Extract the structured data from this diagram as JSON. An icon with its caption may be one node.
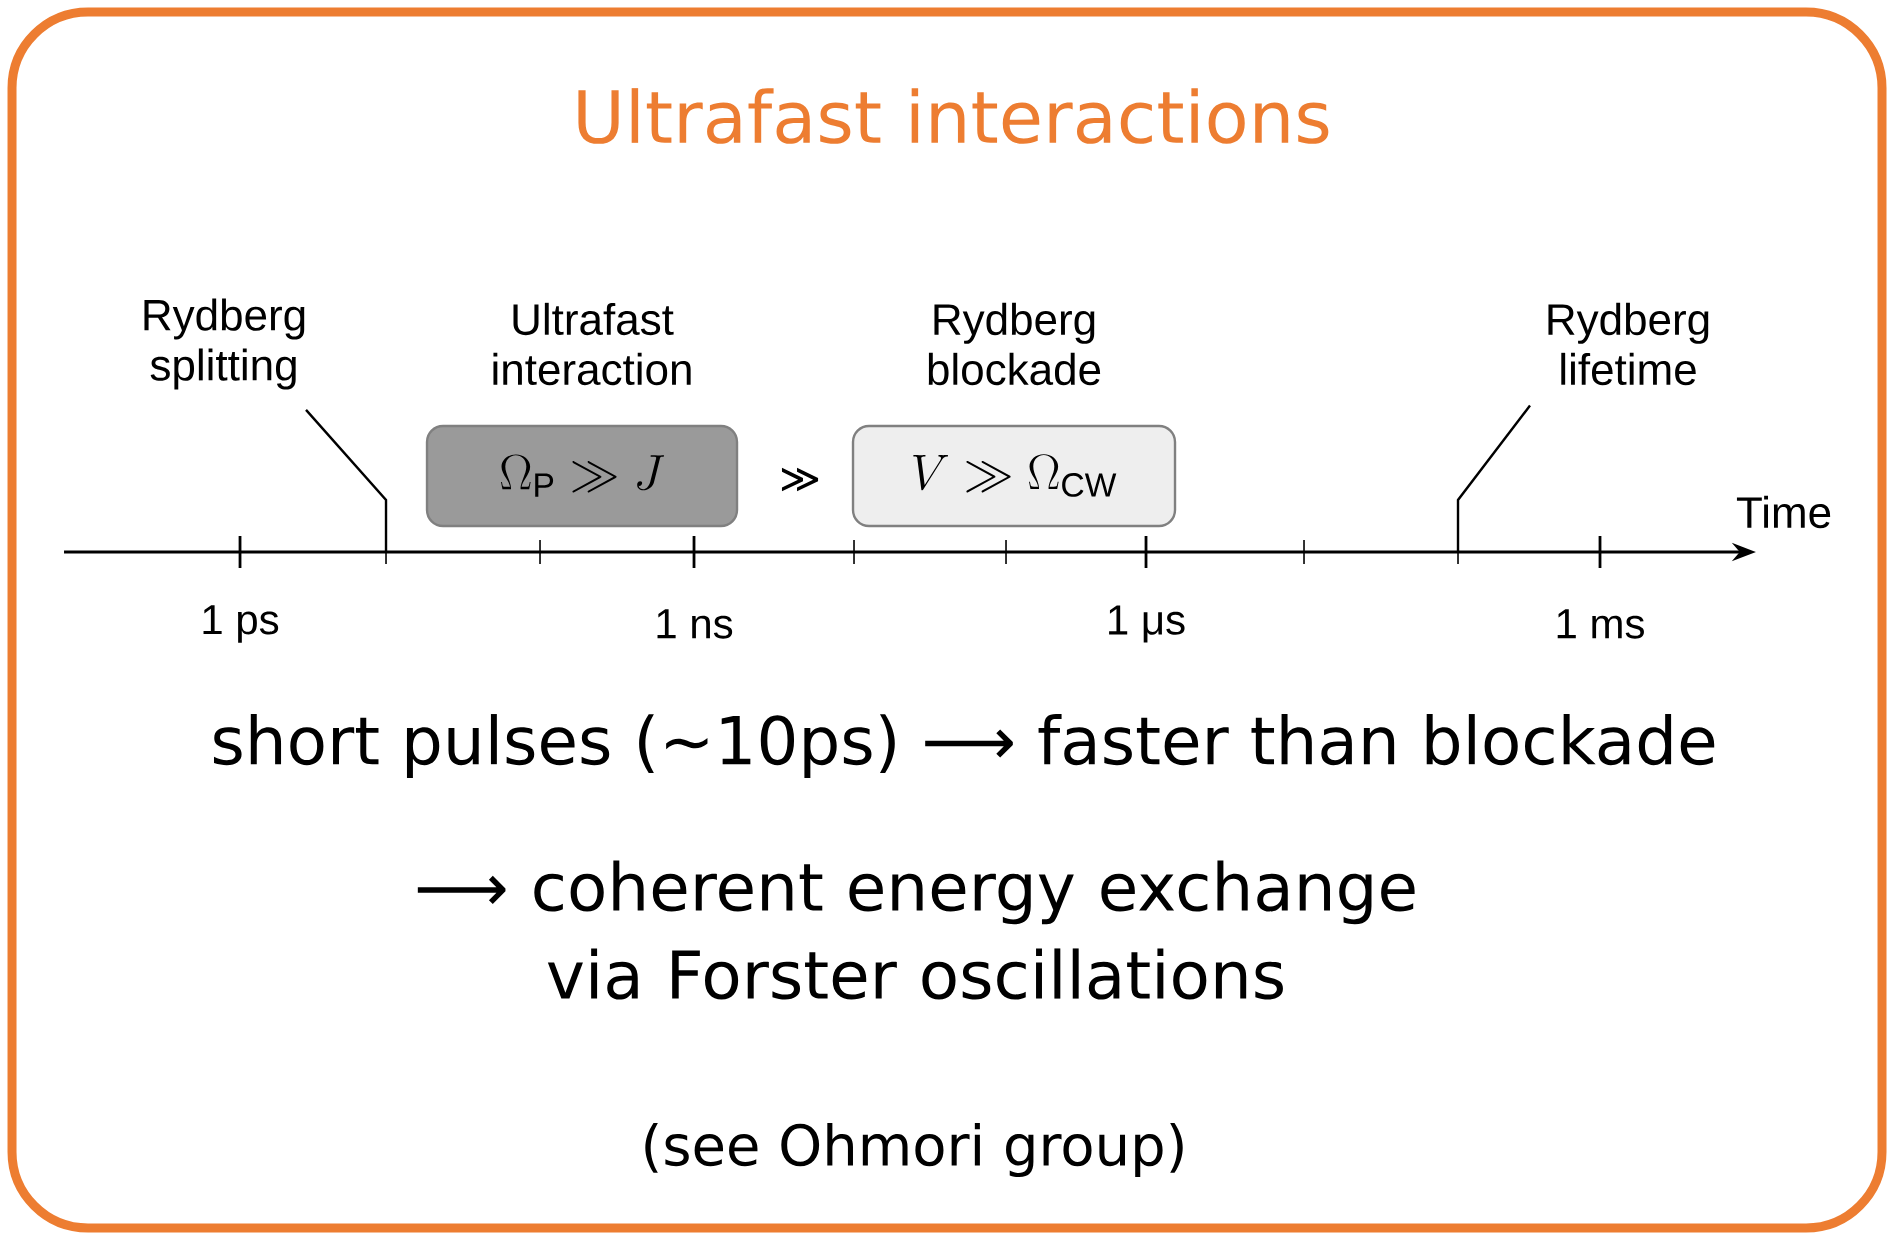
{
  "diagram": {
    "title": "Ultrafast interactions",
    "nodes": [
      {
        "text": [
          "Rydberg splitting"
        ]
      },
      {
        "text": [
          "Ultrafast interaction",
          "\\Omega_{\\mathrm{P}} \\gg J"
        ]
      },
      {
        "text": [
          "Rydberg blockade",
          "V \\gg \\Omega_{\\mathrm{CW}}"
        ]
      },
      {
        "text": [
          "Rydberg lifetime"
        ]
      }
    ],
    "edges": [
      {
        "from": 0,
        "to": null,
        "arrow": "none"
      },
      {
        "from": 3,
        "to": null,
        "arrow": "none"
      }
    ],
    "labels": [
      "≫",
      "Time",
      "1 ps",
      "1 ns",
      "1 μs",
      "1 ms",
      "short pulses (~10ps) ⟶ faster than blockade",
      "⟶  coherent energy exchange via Forster oscillations",
      "(see Ohmori group)"
    ]
  }
}
